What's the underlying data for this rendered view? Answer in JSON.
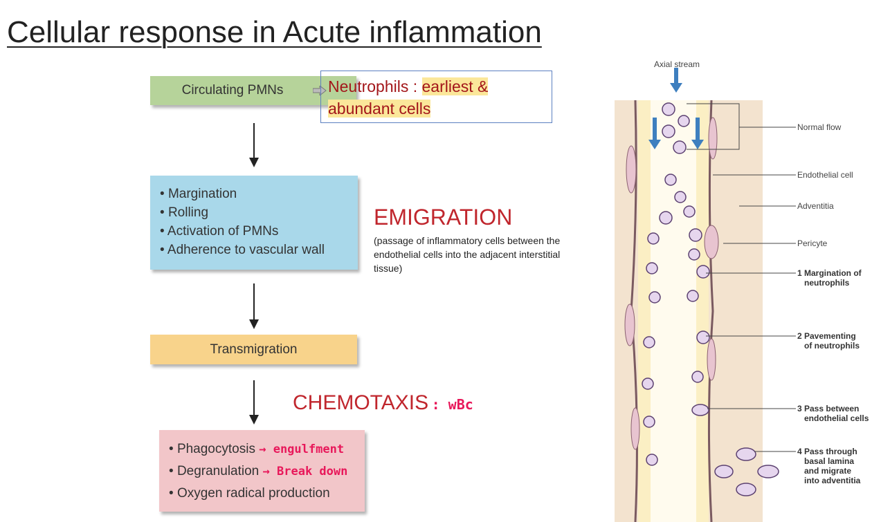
{
  "title": "Cellular response in Acute inflammation",
  "flow": {
    "step1": "Circulating PMNs",
    "callout": {
      "prefix": "Neutrophils : ",
      "highlight1": "earliest &",
      "highlight2": "abundant cells"
    },
    "step2_items": [
      "Margination",
      "Rolling",
      "Activation of PMNs",
      "Adherence to vascular wall"
    ],
    "emigration": {
      "heading": "EMIGRATION",
      "description": "(passage of inflammatory cells between the endothelial cells into the adjacent interstitial tissue)"
    },
    "step3": "Transmigration",
    "chemotaxis": {
      "heading": "CHEMOTAXIS",
      "note": ": wBc"
    },
    "step4_items": [
      {
        "text": "Phagocytosis",
        "note": "→ engulfment"
      },
      {
        "text": "Degranulation",
        "note": "→ Break down"
      },
      {
        "text": "Oxygen radical production",
        "note": ""
      }
    ]
  },
  "figure": {
    "axial": "Axial stream",
    "labels": [
      "Normal flow",
      "Endothelial cell",
      "Adventitia",
      "Pericyte"
    ],
    "steps": [
      [
        "1 Margination of",
        "neutrophils"
      ],
      [
        "2 Pavementing",
        "of neutrophils"
      ],
      [
        "3 Pass between",
        "endothelial cells"
      ],
      [
        "4 Pass through",
        "basal lamina",
        "and migrate",
        "into adventitia"
      ]
    ],
    "colors": {
      "arrow": "#3e7fbf",
      "adventitia": "#f3e3cf",
      "lumen": "#fdf6dc",
      "cell": "#e6cfe6"
    }
  }
}
